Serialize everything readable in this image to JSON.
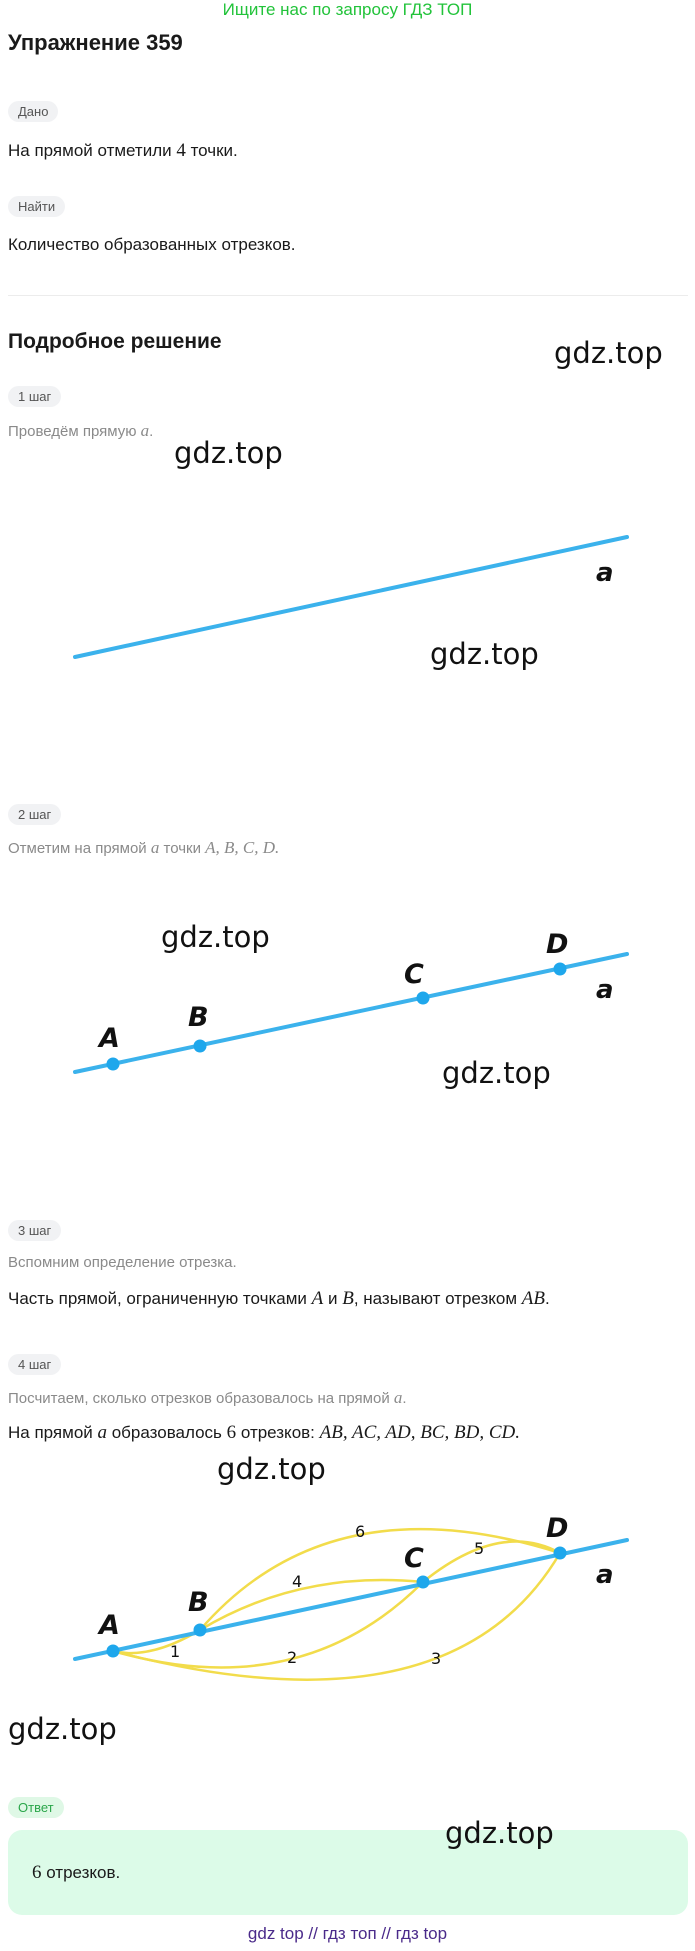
{
  "banner": "Ищите нас по запросу ГДЗ ТОП",
  "title": "Упражнение 359",
  "given": {
    "label": "Дано",
    "text_before": "На прямой отметили ",
    "number": "4",
    "text_after": " точки."
  },
  "find": {
    "label": "Найти",
    "text": "Количество образованных отрезков."
  },
  "solution_title": "Подробное решение",
  "watermark": "gdz.top",
  "steps": [
    {
      "label": "1 шаг",
      "hint_before": "Проведём прямую ",
      "hint_math": "a",
      "hint_after": "."
    },
    {
      "label": "2 шаг",
      "hint_before": "Отметим на прямой ",
      "hint_math": "a",
      "hint_mid": " точки ",
      "hint_points": "A,  B,  C,  D."
    },
    {
      "label": "3 шаг",
      "hint": "Вспомним определение отрезка.",
      "text_1": "Часть прямой, ограниченную точками ",
      "math_1": "A",
      "text_2": " и ",
      "math_2": "B",
      "text_3": ", называют отрезком ",
      "math_3": "AB",
      "text_4": "."
    },
    {
      "label": "4 шаг",
      "hint_before": "Посчитаем, сколько отрезков образовалось на прямой ",
      "hint_math": "a",
      "hint_after": ".",
      "text_1": "На прямой ",
      "math_1": "a",
      "text_2": " образовалось ",
      "num": "6",
      "text_3": " отрезков: ",
      "segments": "AB,  AC,  AD,  BC,  BD,  CD."
    }
  ],
  "figure": {
    "line_label": "a",
    "points": [
      "A",
      "B",
      "C",
      "D"
    ],
    "arc_labels": [
      "1",
      "2",
      "3",
      "4",
      "5",
      "6"
    ],
    "line_color": "#3bb2ec",
    "point_color": "#1ea7ec",
    "arc_color": "#f2dc4b"
  },
  "answer": {
    "label": "Ответ",
    "number": "6",
    "text": " отрезков."
  },
  "footer": "gdz top  //  гдз топ  //  гдз top"
}
